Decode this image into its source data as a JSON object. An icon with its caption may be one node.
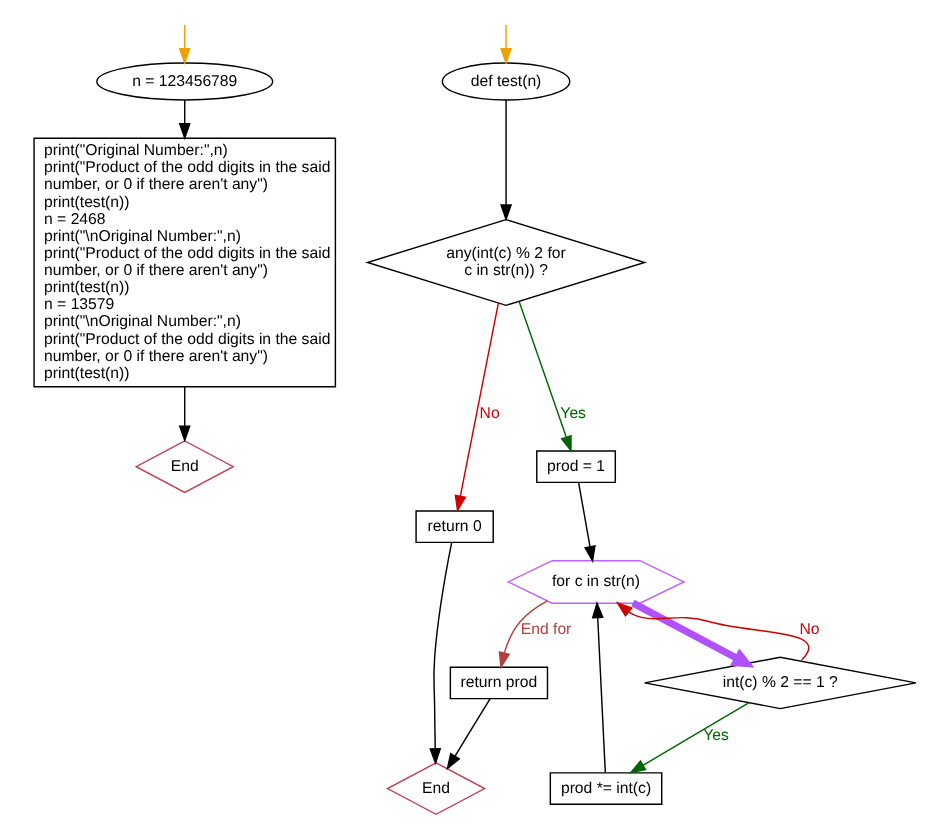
{
  "diagram": {
    "nodes": [
      {
        "text": [
          "n = 123456789"
        ]
      },
      {
        "text": [
          "print(\"Original Number:\",n)",
          "print(\"Product of the odd digits in the said number, or 0 if there aren't any\")",
          "print(test(n))",
          "n = 2468",
          "print(\"\\nOriginal Number:\",n)",
          "print(\"Product of the odd digits in the said number, or 0 if there aren't any\")",
          "print(test(n))",
          "n = 13579",
          "print(\"\\nOriginal Number:\",n)",
          "print(\"Product of the odd digits in the said number, or 0 if there aren't any\")",
          "print(test(n))"
        ]
      },
      {
        "text": [
          "End"
        ]
      },
      {
        "text": [
          "def test(n)"
        ]
      },
      {
        "text": [
          "any(int(c) % 2 for c in str(n)) ?"
        ]
      },
      {
        "text": [
          "return 0"
        ]
      },
      {
        "text": [
          "prod = 1"
        ]
      },
      {
        "text": [
          "for c in str(n)"
        ]
      },
      {
        "text": [
          "return prod"
        ]
      },
      {
        "text": [
          "int(c) % 2 == 1 ?"
        ]
      },
      {
        "text": [
          "End"
        ]
      },
      {
        "text": [
          "prod *= int(c)"
        ]
      }
    ],
    "edges": [
      {
        "from": null,
        "to": 0,
        "arrow": "to",
        "color": "#f0a000"
      },
      {
        "from": 0,
        "to": 1,
        "arrow": "to"
      },
      {
        "from": 1,
        "to": 2,
        "arrow": "to"
      },
      {
        "from": null,
        "to": 3,
        "arrow": "to",
        "color": "#f0a000"
      },
      {
        "from": 3,
        "to": 4,
        "arrow": "to"
      },
      {
        "from": 4,
        "to": 5,
        "arrow": "to",
        "label": "No",
        "color": "#cc0000"
      },
      {
        "from": 4,
        "to": 6,
        "arrow": "to",
        "label": "Yes",
        "color": "#006600"
      },
      {
        "from": 6,
        "to": 7,
        "arrow": "to"
      },
      {
        "from": 7,
        "to": 8,
        "arrow": "to",
        "label": "End for",
        "color": "#b04040"
      },
      {
        "from": 7,
        "to": 9,
        "arrow": "to",
        "style": "thick",
        "color": "#b050ff"
      },
      {
        "from": 9,
        "to": 7,
        "arrow": "to",
        "label": "No",
        "color": "#cc0000"
      },
      {
        "from": 9,
        "to": 11,
        "arrow": "to",
        "label": "Yes",
        "color": "#006600"
      },
      {
        "from": 11,
        "to": 7,
        "arrow": "to"
      },
      {
        "from": 5,
        "to": 10,
        "arrow": "to"
      },
      {
        "from": 8,
        "to": 10,
        "arrow": "to"
      }
    ]
  }
}
